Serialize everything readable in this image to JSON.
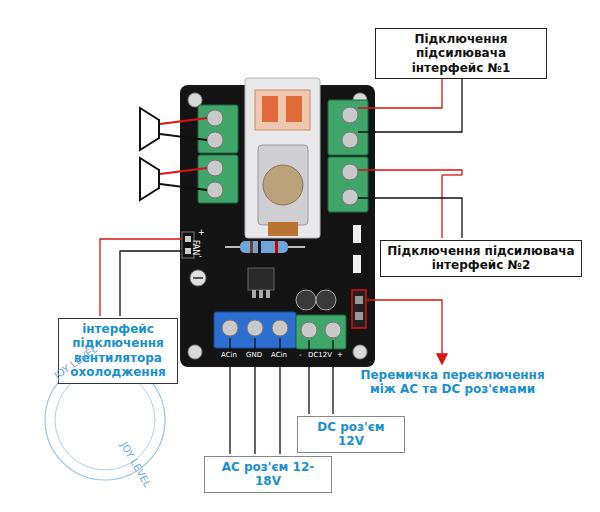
{
  "diagram": {
    "nodes": [
      {
        "text": [
          "Підключення підсилювача інтерфейс №1"
        ]
      },
      {
        "text": [
          "Підключення підсилювача інтерфейс №2"
        ]
      },
      {
        "text": [
          "інтерфейс підключення вентилятора охолодження"
        ]
      },
      {
        "text": [
          "DC роз'єм 12V"
        ]
      },
      {
        "text": [
          "AC роз'єм 12-18V"
        ]
      }
    ],
    "labels": [
      "Перемичка переключення між AC та DC роз'ємами",
      "FAN",
      "+",
      "-",
      "ACin",
      "GND",
      "ACin",
      "-",
      "DC12V",
      "+",
      "JOY LEVEL",
      "JOY LEVEL"
    ]
  }
}
